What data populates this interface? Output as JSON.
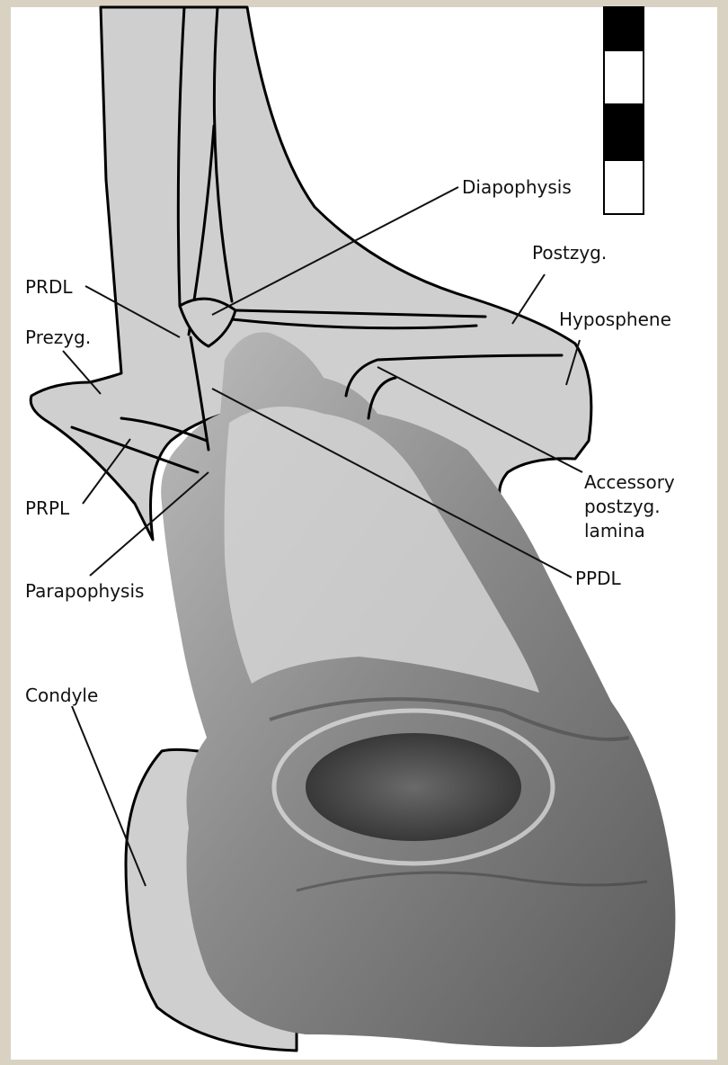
{
  "labels": {
    "diapophysis": "Diapophysis",
    "postzyg": "Postzyg.",
    "prdl": "PRDL",
    "hyposphene": "Hyposphene",
    "prezyg": "Prezyg.",
    "prpl": "PRPL",
    "accessory_1": "Accessory",
    "accessory_2": "postzyg.",
    "accessory_3": "lamina",
    "parapophysis": "Parapophysis",
    "ppdl": "PPDL",
    "condyle": "Condyle"
  },
  "scale_bar": {
    "segments": 4,
    "colors": [
      "#000000",
      "#ffffff"
    ]
  },
  "colors": {
    "frame": "#d9d2c3",
    "reconstruction_fill": "#cfcfcf",
    "bone_fill": "#7a7a7a",
    "line": "#000000"
  }
}
